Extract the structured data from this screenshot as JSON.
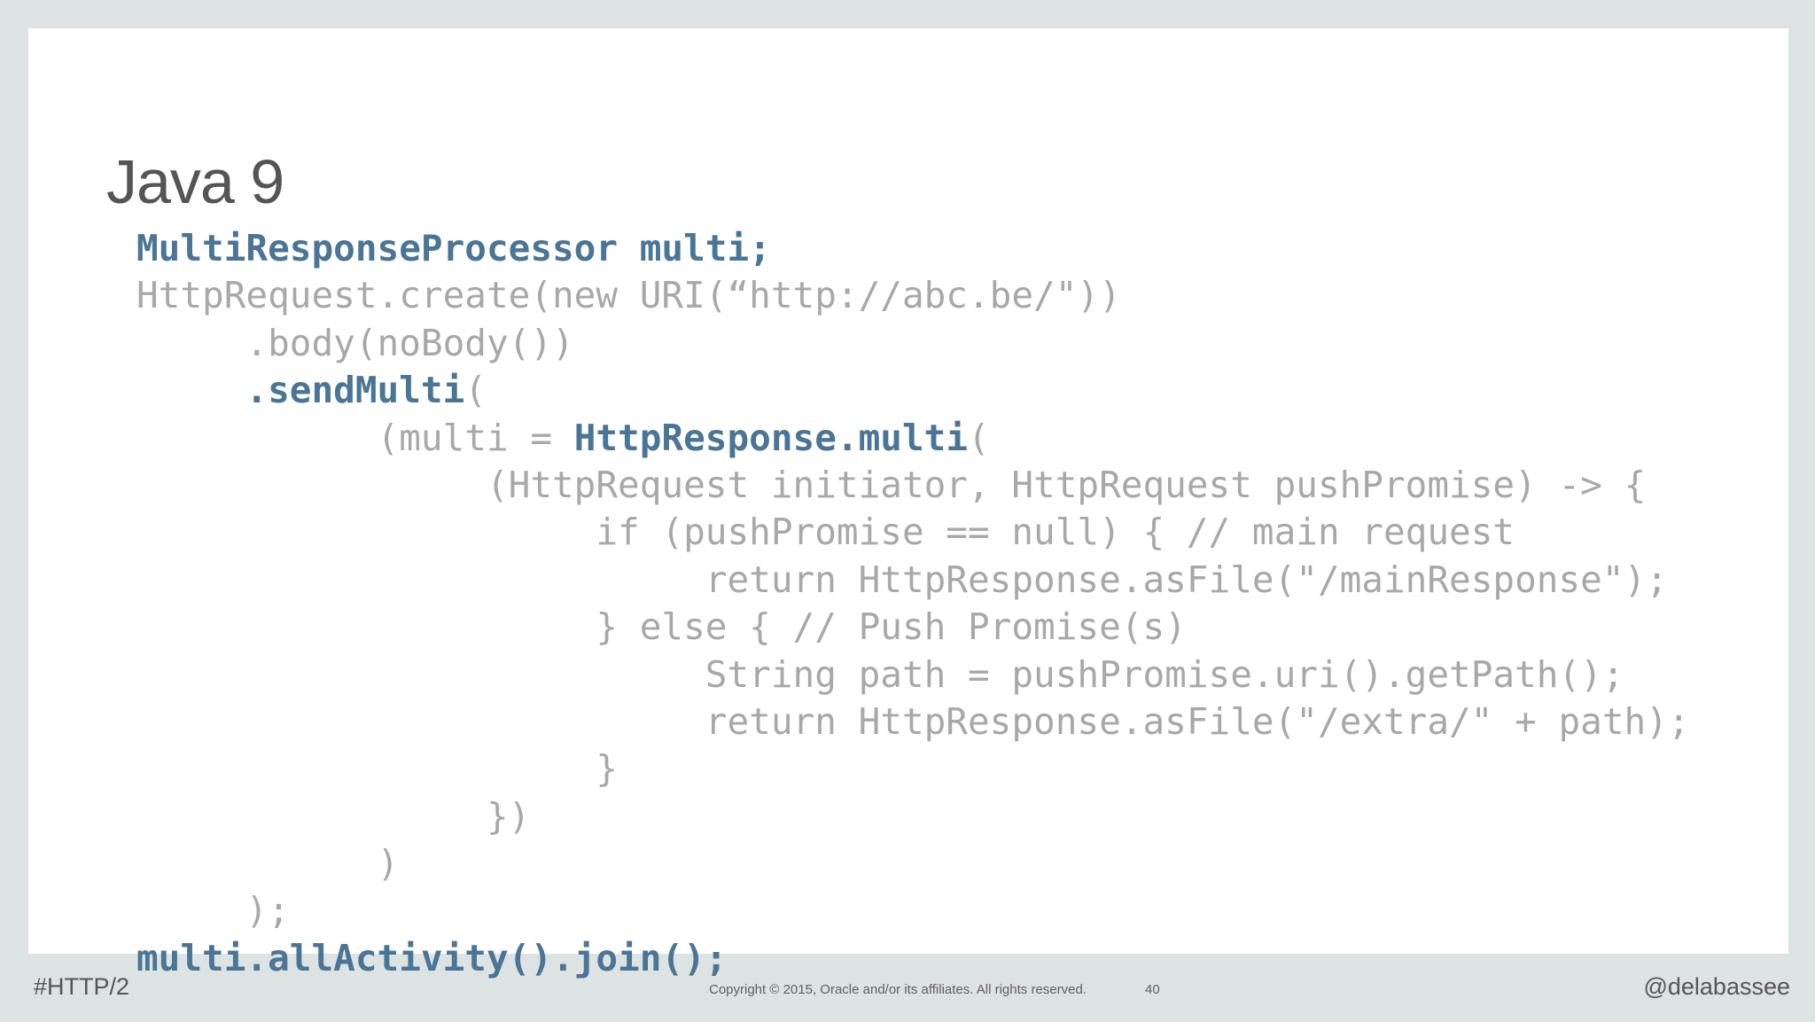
{
  "slide": {
    "title": "Java 9",
    "code_lines": [
      [
        {
          "t": "",
          "h": false
        },
        {
          "t": "MultiResponseProcessor multi;",
          "h": true
        }
      ],
      [
        {
          "t": "HttpRequest.create(new URI(“http://abc.be/\"))",
          "h": false
        }
      ],
      [
        {
          "t": "     .body(noBody())",
          "h": false
        }
      ],
      [
        {
          "t": "     ",
          "h": false
        },
        {
          "t": ".sendMulti",
          "h": true
        },
        {
          "t": "(",
          "h": false
        }
      ],
      [
        {
          "t": "           (multi = ",
          "h": false
        },
        {
          "t": "HttpResponse.multi",
          "h": true
        },
        {
          "t": "(",
          "h": false
        }
      ],
      [
        {
          "t": "                (HttpRequest initiator, HttpRequest pushPromise) -> {",
          "h": false
        }
      ],
      [
        {
          "t": "                     if (pushPromise == null) { // main request",
          "h": false
        }
      ],
      [
        {
          "t": "                          return HttpResponse.asFile(\"/mainResponse\");",
          "h": false
        }
      ],
      [
        {
          "t": "                     } else { // Push Promise(s)",
          "h": false
        }
      ],
      [
        {
          "t": "                          String path = pushPromise.uri().getPath();",
          "h": false
        }
      ],
      [
        {
          "t": "                          return HttpResponse.asFile(\"/extra/\" + path);",
          "h": false
        }
      ],
      [
        {
          "t": "                     }",
          "h": false
        }
      ],
      [
        {
          "t": "                })",
          "h": false
        }
      ],
      [
        {
          "t": "           )",
          "h": false
        }
      ],
      [
        {
          "t": "     );",
          "h": false
        }
      ],
      [
        {
          "t": "multi.allActivity().join();",
          "h": true
        }
      ]
    ]
  },
  "footer": {
    "hashtag": "#HTTP/2",
    "copyright": "Copyright © 2015, Oracle and/or its affiliates. All rights reserved.",
    "page_number": "40",
    "handle": "@delabassee"
  },
  "colors": {
    "background": "#dde3e2",
    "slide": "#ffffff",
    "title": "#555555",
    "code": "#a8a8a8",
    "code_highlight": "#4a7596"
  }
}
